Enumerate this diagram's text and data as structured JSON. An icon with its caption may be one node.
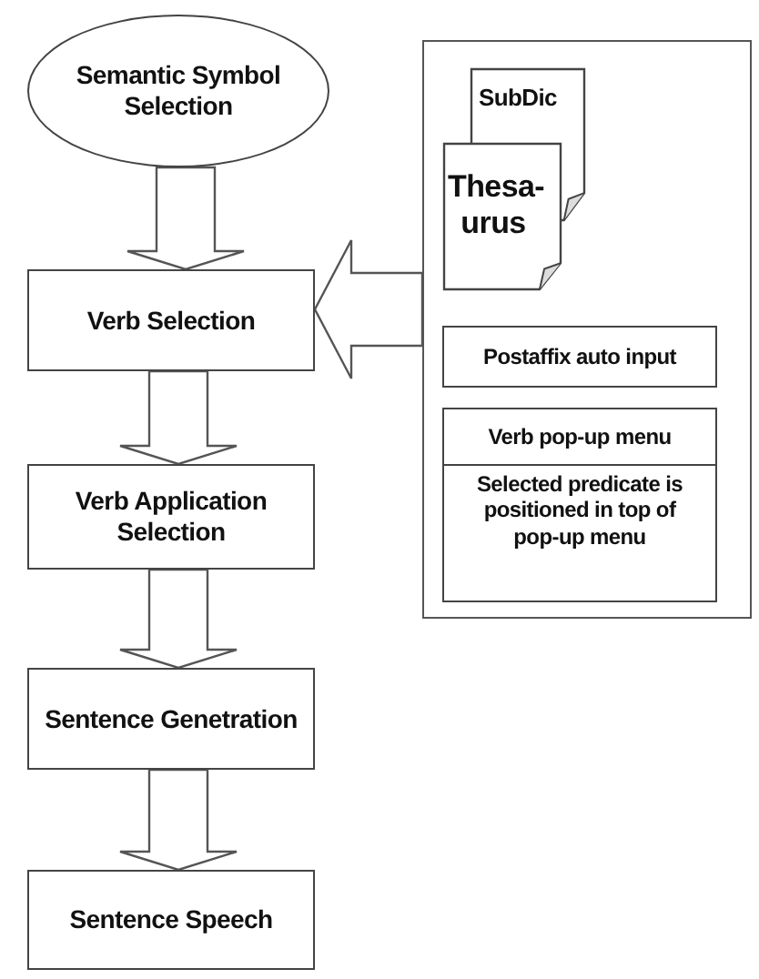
{
  "diagram": {
    "nodes": [
      {
        "text": [
          "Semantic Symbol Selection"
        ]
      },
      {
        "text": [
          "Verb Selection"
        ]
      },
      {
        "text": [
          "Verb Application Selection"
        ]
      },
      {
        "text": [
          "Sentence Genetration"
        ]
      },
      {
        "text": [
          "Sentence Speech"
        ]
      },
      {
        "text": [],
        "shape": "box"
      },
      {
        "text": [
          "SubDic"
        ],
        "in": 5
      },
      {
        "text": [
          "Thesa- urus"
        ],
        "in": 5
      },
      {
        "text": [
          "Postaffix auto input"
        ],
        "in": 5
      },
      {
        "text": [
          "Verb pop-up menu",
          "Selected predicate is positioned in top of pop-up menu"
        ],
        "in": 5
      }
    ],
    "edges": [
      {
        "from": 0,
        "to": 1,
        "arrow": "to"
      },
      {
        "from": 1,
        "to": 2,
        "arrow": "to"
      },
      {
        "from": 2,
        "to": 3,
        "arrow": "to"
      },
      {
        "from": 3,
        "to": 4,
        "arrow": "to"
      },
      {
        "from": 5,
        "to": 1,
        "arrow": "to"
      }
    ]
  }
}
